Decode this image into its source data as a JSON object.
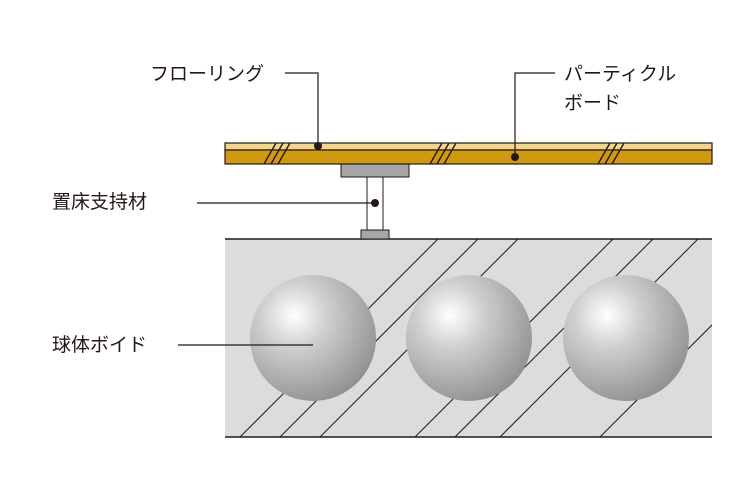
{
  "labels": {
    "flooring": "フローリング",
    "particle_board_line1": "パーティクル",
    "particle_board_line2": "ボード",
    "support": "置床支持材",
    "void": "球体ボイド"
  },
  "colors": {
    "flooring": "#f2d58e",
    "board": "#cf9a12",
    "pedestal": "#a6a6a8",
    "slab": "#dcdcdc",
    "line": "#231815"
  }
}
